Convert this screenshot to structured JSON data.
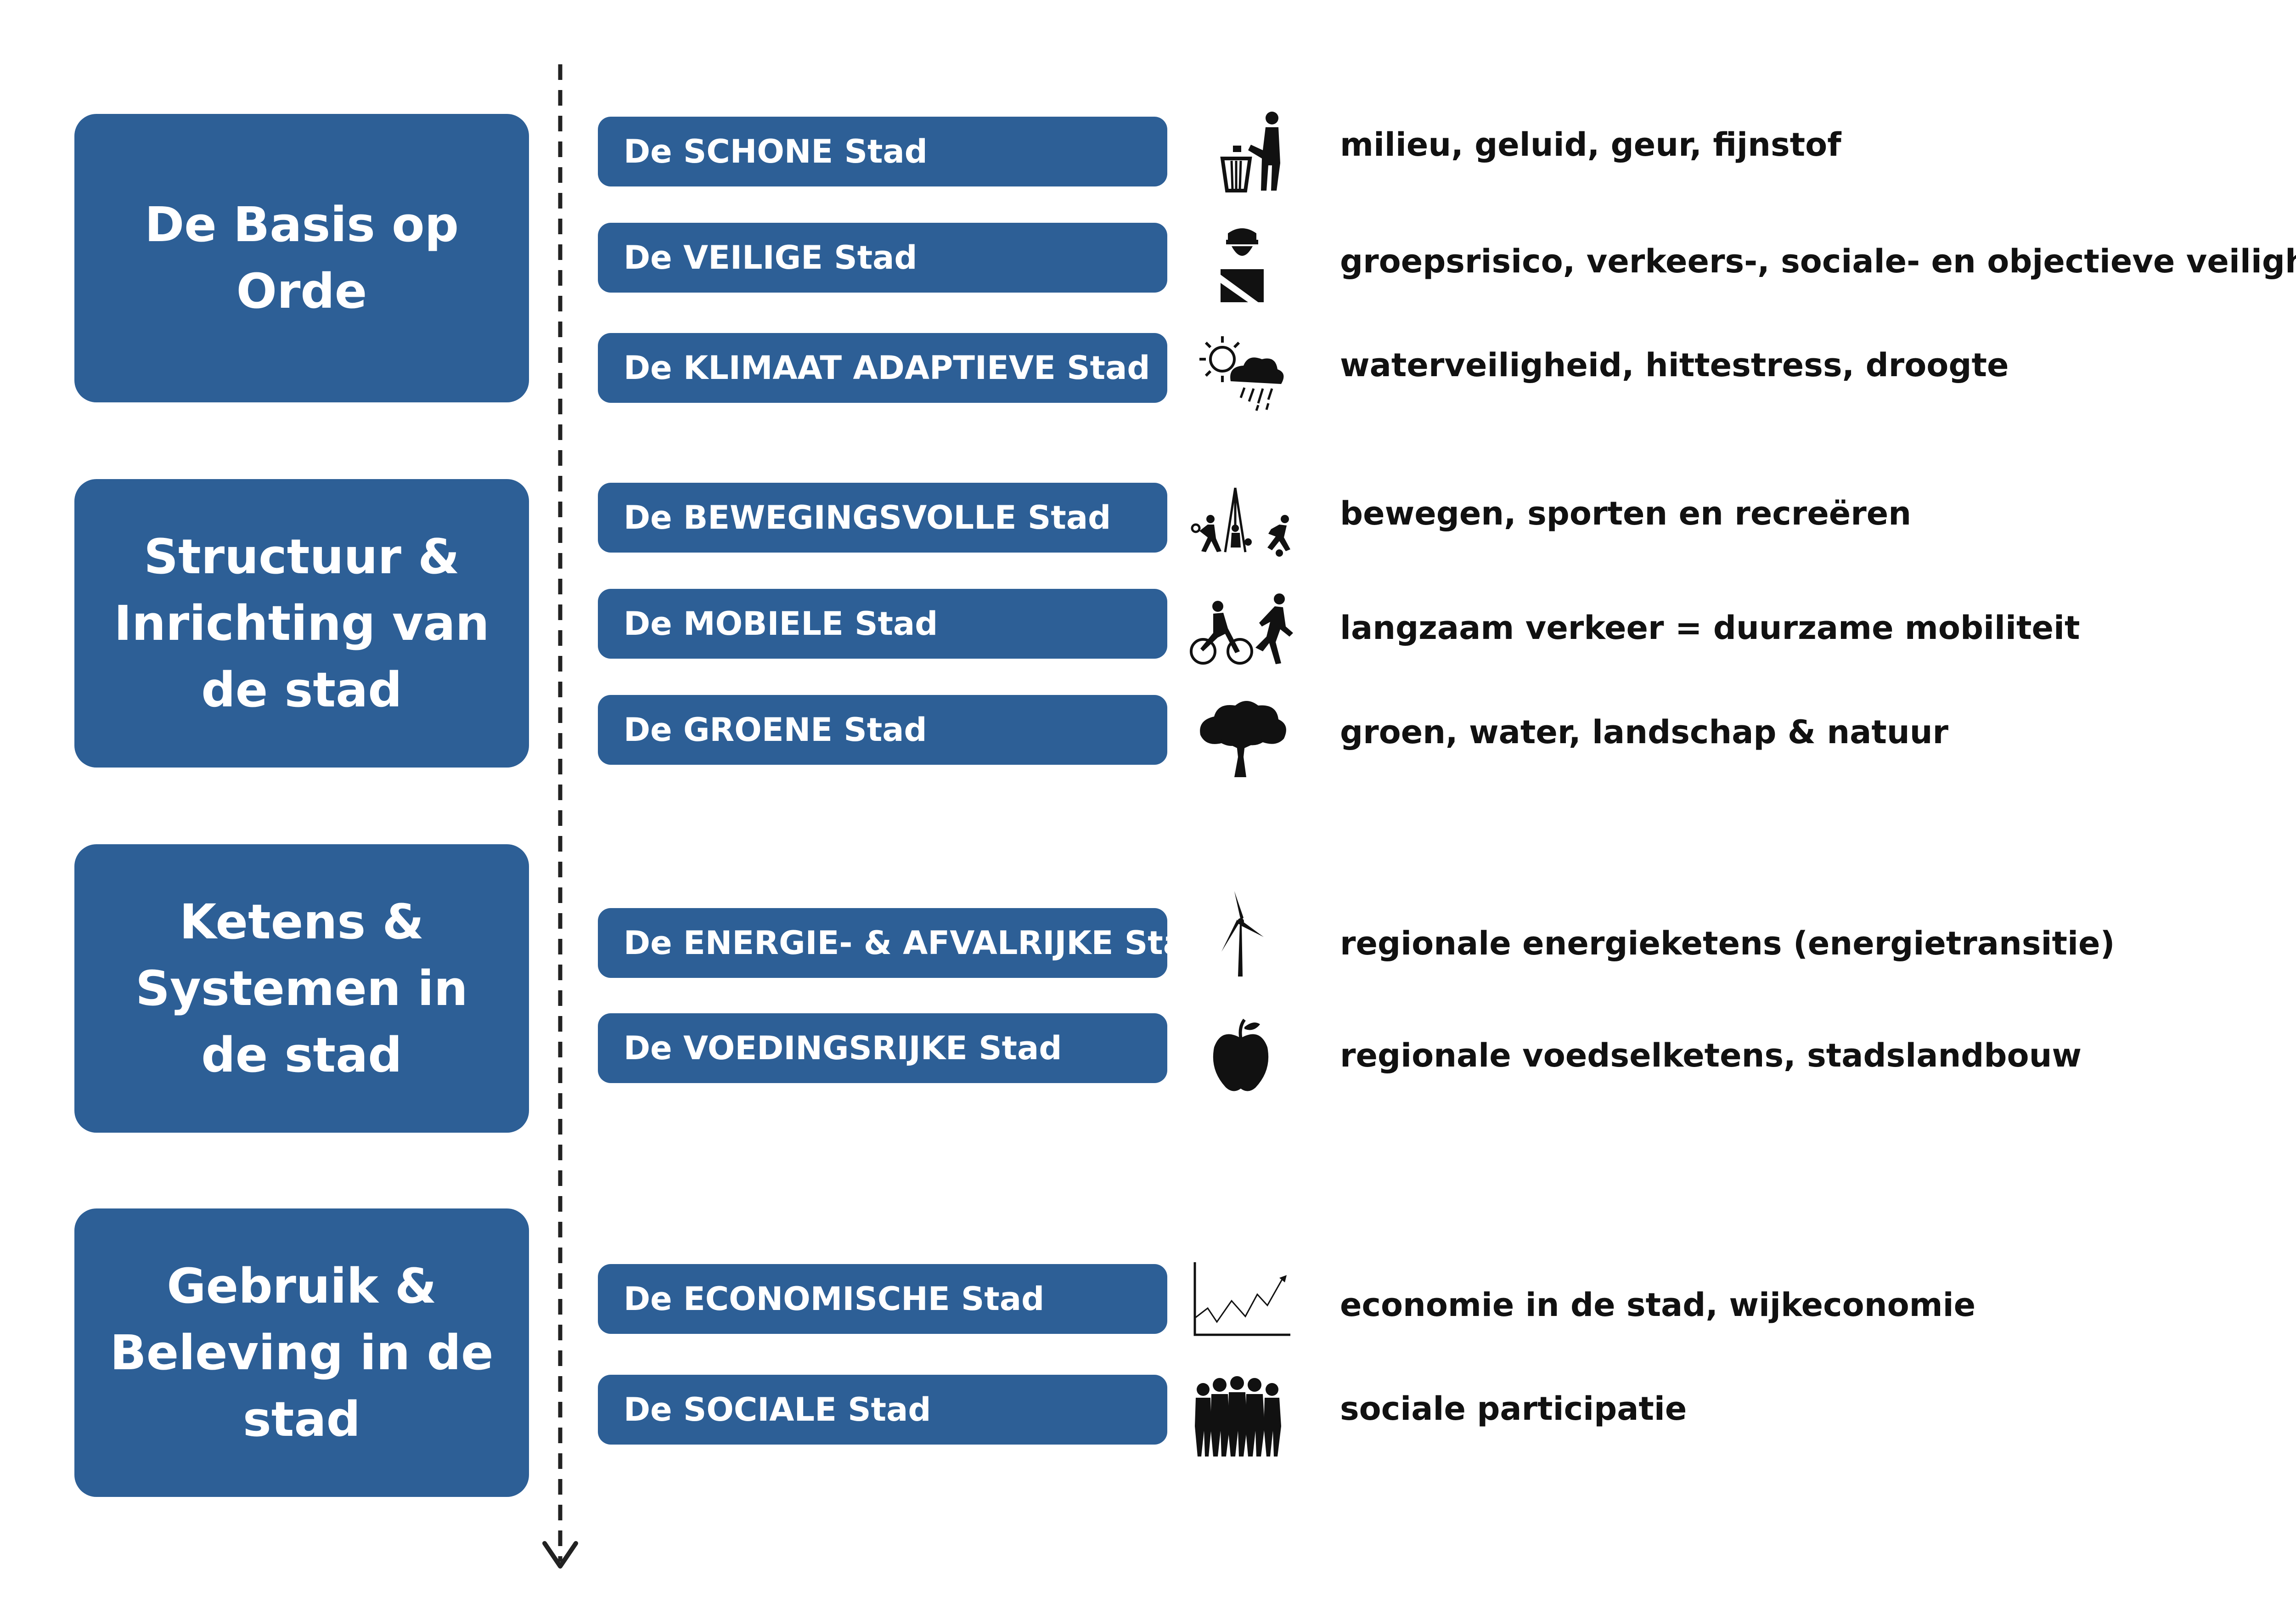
{
  "categories": [
    {
      "label": "De Basis op Orde"
    },
    {
      "label": "Structuur & Inrichting van de stad"
    },
    {
      "label": "Ketens & Systemen in de stad"
    },
    {
      "label": "Gebruik & Beleving in de stad"
    }
  ],
  "themes": [
    {
      "label": "De SCHONE Stad",
      "description": "milieu, geluid, geur, fijnstof",
      "icon": "litter-bin-icon"
    },
    {
      "label": "De VEILIGE Stad",
      "description": "groepsrisico, verkeers-, sociale- en objectieve veiligheid",
      "icon": "police-officer-icon"
    },
    {
      "label": "De KLIMAAT ADAPTIEVE Stad",
      "description": "waterveiligheid, hittestress, droogte",
      "icon": "sun-rain-cloud-icon"
    },
    {
      "label": "De BEWEGINGSVOLLE Stad",
      "description": "bewegen, sporten en recreëren",
      "icon": "sports-playground-icon"
    },
    {
      "label": "De MOBIELE Stad",
      "description": "langzaam verkeer = duurzame mobiliteit",
      "icon": "cyclist-runner-icon"
    },
    {
      "label": "De GROENE Stad",
      "description": "groen, water, landschap & natuur",
      "icon": "tree-icon"
    },
    {
      "label": "De ENERGIE- & AFVALRIJKE Stad",
      "description": "regionale  energieketens (energietransitie)",
      "icon": "wind-turbine-icon"
    },
    {
      "label": "De VOEDINGSRIJKE Stad",
      "description": "regionale voedselketens, stadslandbouw",
      "icon": "apple-icon"
    },
    {
      "label": "De ECONOMISCHE Stad",
      "description": "economie in de stad, wijkeconomie",
      "icon": "line-chart-icon"
    },
    {
      "label": "De SOCIALE Stad",
      "description": "sociale participatie",
      "icon": "crowd-icon"
    }
  ],
  "colors": {
    "box": "#2d5f96",
    "text_on_box": "#ffffff",
    "text": "#111111",
    "timeline": "#222222"
  }
}
